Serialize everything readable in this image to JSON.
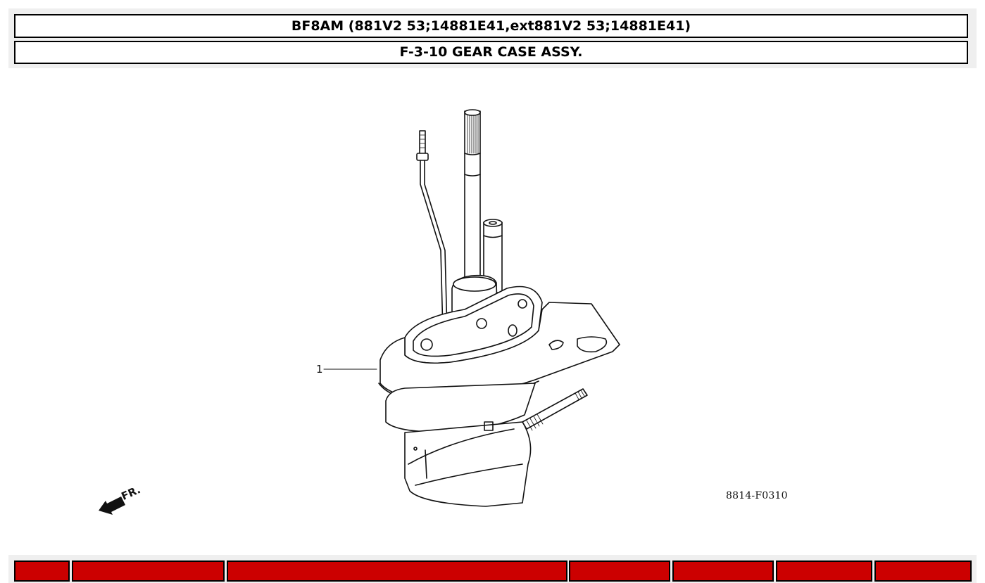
{
  "header": {
    "model_title": "BF8AM (881V2 53;14881E41,ext881V2 53;14881E41)",
    "section_title": "F-3-10 GEAR CASE ASSY."
  },
  "diagram": {
    "subject": "gear case assembly exploded illustration",
    "callouts": [
      {
        "ref": "1"
      }
    ],
    "figure_code": "8814-F0310",
    "front_indicator": {
      "label": "FR.",
      "icon": "arrow-left-down-icon"
    }
  },
  "parts_table": {
    "header_color": "#cc0000",
    "columns": [
      {
        "label": ""
      },
      {
        "label": ""
      },
      {
        "label": ""
      },
      {
        "label": ""
      },
      {
        "label": ""
      },
      {
        "label": ""
      },
      {
        "label": ""
      }
    ]
  }
}
